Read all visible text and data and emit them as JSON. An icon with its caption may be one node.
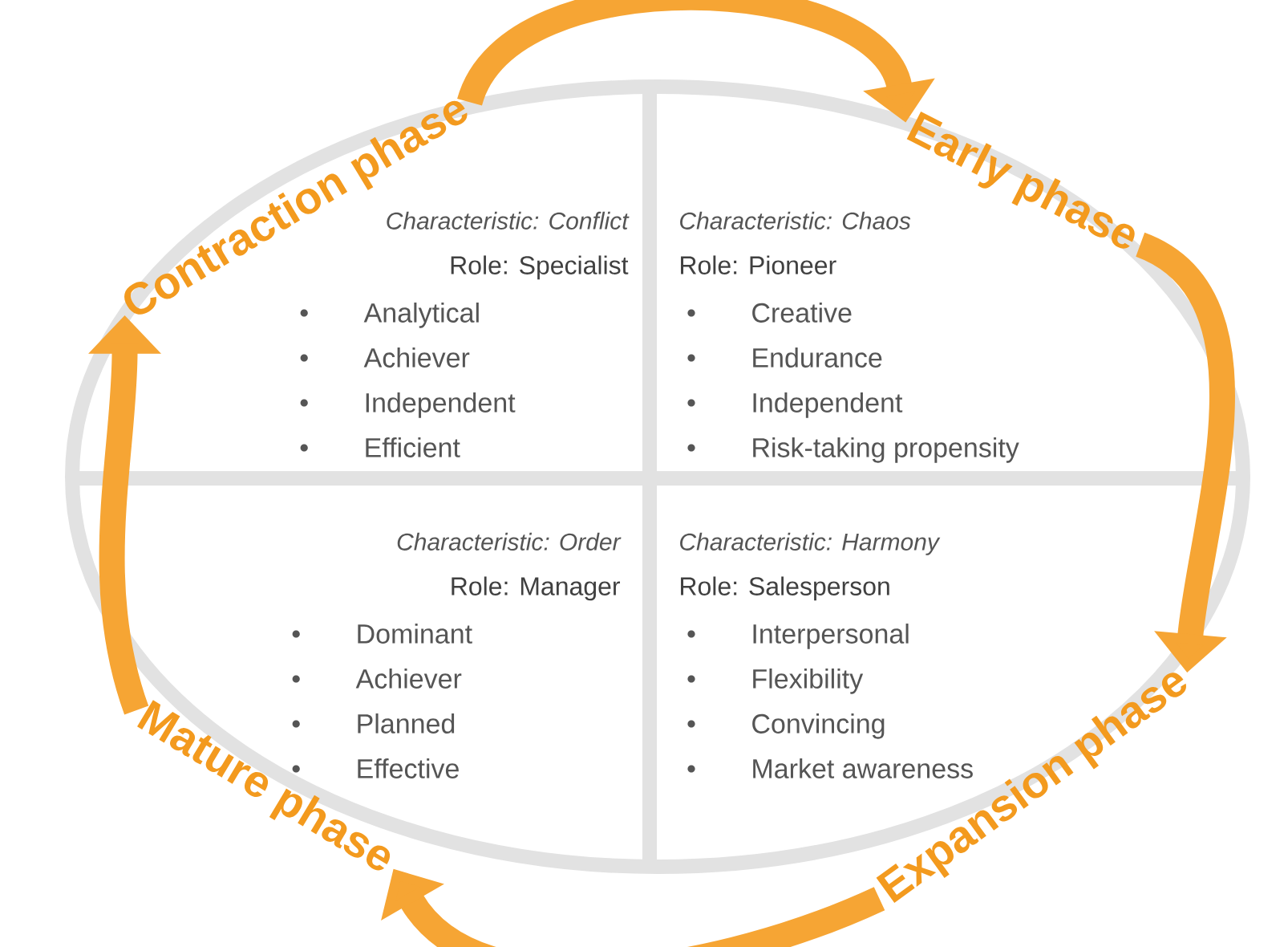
{
  "diagram": {
    "nodes": [
      {
        "text": [
          "Characteristic: Conflict",
          "Role: Specialist",
          "Analytical",
          "Achiever",
          "Independent",
          "Efficient"
        ]
      },
      {
        "text": [
          "Characteristic: Chaos",
          "Role: Pioneer",
          "Creative",
          "Endurance",
          "Independent",
          "Risk-taking propensity"
        ]
      },
      {
        "text": [
          "Characteristic: Order",
          "Role: Manager",
          "Dominant",
          "Achiever",
          "Planned",
          "Effective"
        ]
      },
      {
        "text": [
          "Characteristic: Harmony",
          "Role: Salesperson",
          "Interpersonal",
          "Flexibility",
          "Convincing",
          "Market awareness"
        ]
      },
      {
        "text": [
          "Contraction phase"
        ]
      },
      {
        "text": [
          "Early phase"
        ]
      },
      {
        "text": [
          "Expansion phase"
        ]
      },
      {
        "text": [
          "Mature phase"
        ]
      }
    ],
    "edges": [
      {
        "from": 4,
        "to": 5,
        "arrow": "to"
      },
      {
        "from": 5,
        "to": 6,
        "arrow": "to"
      },
      {
        "from": 6,
        "to": 7,
        "arrow": "to"
      },
      {
        "from": 7,
        "to": 4,
        "arrow": "to"
      }
    ]
  }
}
